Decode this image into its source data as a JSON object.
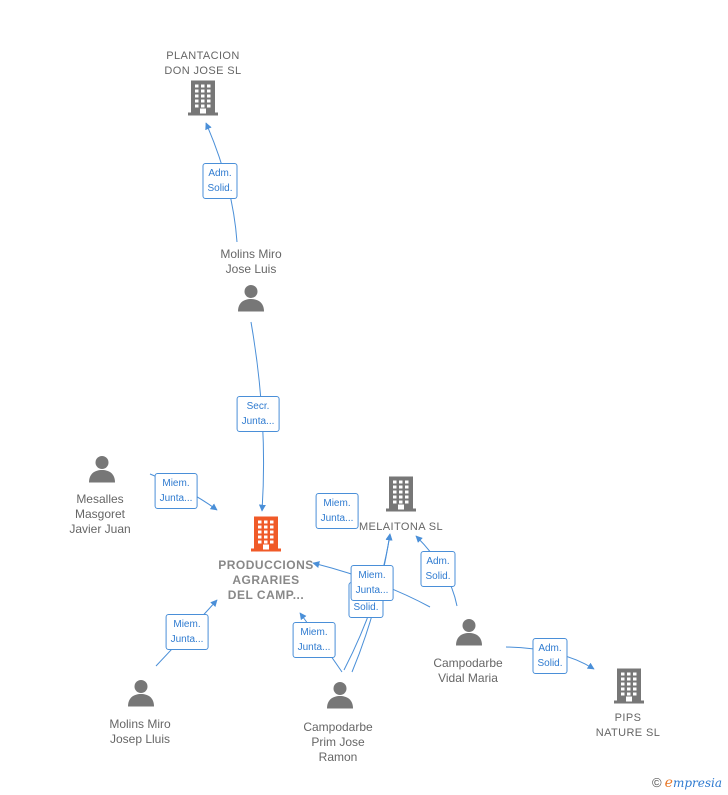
{
  "nodes": [
    {
      "id": "plantacion",
      "kind": "company",
      "label": "PLANTACION\nDON JOSE SL",
      "color": "#777777"
    },
    {
      "id": "molins_jl",
      "kind": "person",
      "label": "Molins Miro\nJose Luis",
      "color": "#777777"
    },
    {
      "id": "mesalles",
      "kind": "person",
      "label": "Mesalles\nMasgoret\nJavier Juan",
      "color": "#777777"
    },
    {
      "id": "producciones",
      "kind": "company",
      "label": "PRODUCCIONS\nAGRARIES\nDEL CAMP...",
      "color": "#f05a28"
    },
    {
      "id": "melaitona",
      "kind": "company",
      "label": "MELAITONA SL",
      "color": "#777777"
    },
    {
      "id": "campodarbe_vm",
      "kind": "person",
      "label": "Campodarbe\nVidal Maria",
      "color": "#777777"
    },
    {
      "id": "molins_jll",
      "kind": "person",
      "label": "Molins Miro\nJosep Lluis",
      "color": "#777777"
    },
    {
      "id": "campodarbe_pjr",
      "kind": "person",
      "label": "Campodarbe\nPrim Jose\nRamon",
      "color": "#777777"
    },
    {
      "id": "pips",
      "kind": "company",
      "label": "PIPS\nNATURE  SL",
      "color": "#777777"
    }
  ],
  "edges": [
    {
      "from": "molins_jl",
      "to": "plantacion",
      "label": "Adm.\nSolid."
    },
    {
      "from": "molins_jl",
      "to": "producciones",
      "label": "Secr.\nJunta..."
    },
    {
      "from": "mesalles",
      "to": "producciones",
      "label": "Miem.\nJunta..."
    },
    {
      "from": "molins_jll",
      "to": "producciones",
      "label": "Miem.\nJunta..."
    },
    {
      "from": "campodarbe_pjr",
      "to": "producciones",
      "label": "Miem.\nJunta..."
    },
    {
      "from": "campodarbe_pjr",
      "to": "melaitona",
      "label": "Miem.\nJunta..."
    },
    {
      "from": "campodarbe_pjr",
      "to": "melaitona",
      "label": "Adm.\nSolid."
    },
    {
      "from": "campodarbe_vm",
      "to": "producciones",
      "label": "Miem.\nJunta..."
    },
    {
      "from": "campodarbe_vm",
      "to": "melaitona",
      "label": "Adm.\nSolid."
    },
    {
      "from": "campodarbe_vm",
      "to": "pips",
      "label": "Adm.\nSolid."
    }
  ],
  "style": {
    "edge_color": "#4a8fd8",
    "label_color": "#2f7bd0"
  },
  "watermark": {
    "copyright": "©",
    "brand_initial": "e",
    "brand_rest": "mpresia"
  }
}
